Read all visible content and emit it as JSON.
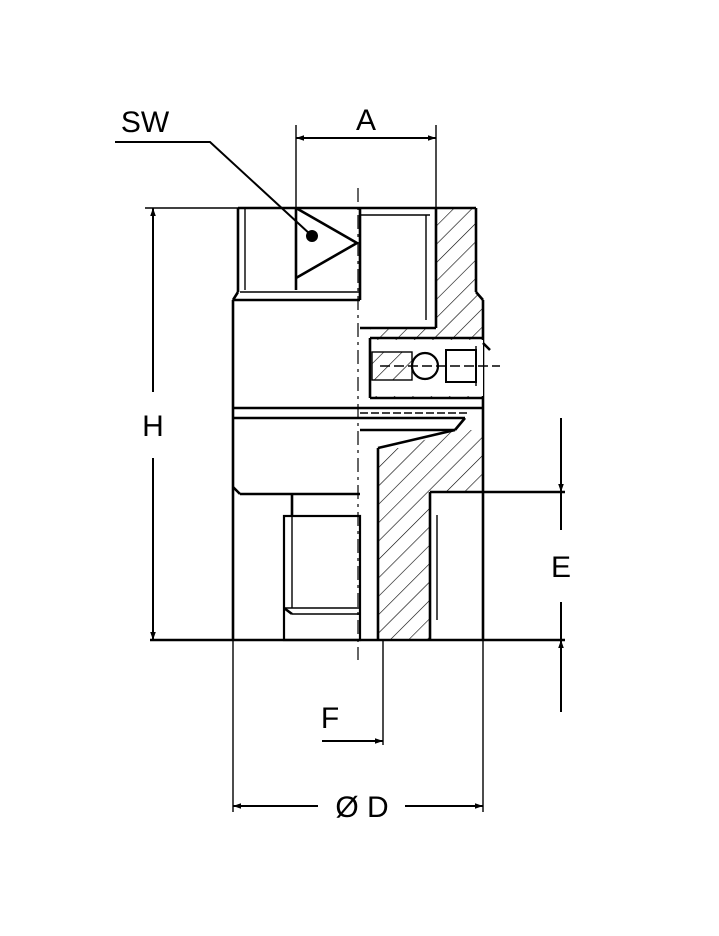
{
  "labels": {
    "sw": "SW",
    "a": "A",
    "h": "H",
    "e": "E",
    "f": "F",
    "d": "Ø D"
  },
  "colors": {
    "line": "#000000",
    "background": "#ffffff"
  }
}
